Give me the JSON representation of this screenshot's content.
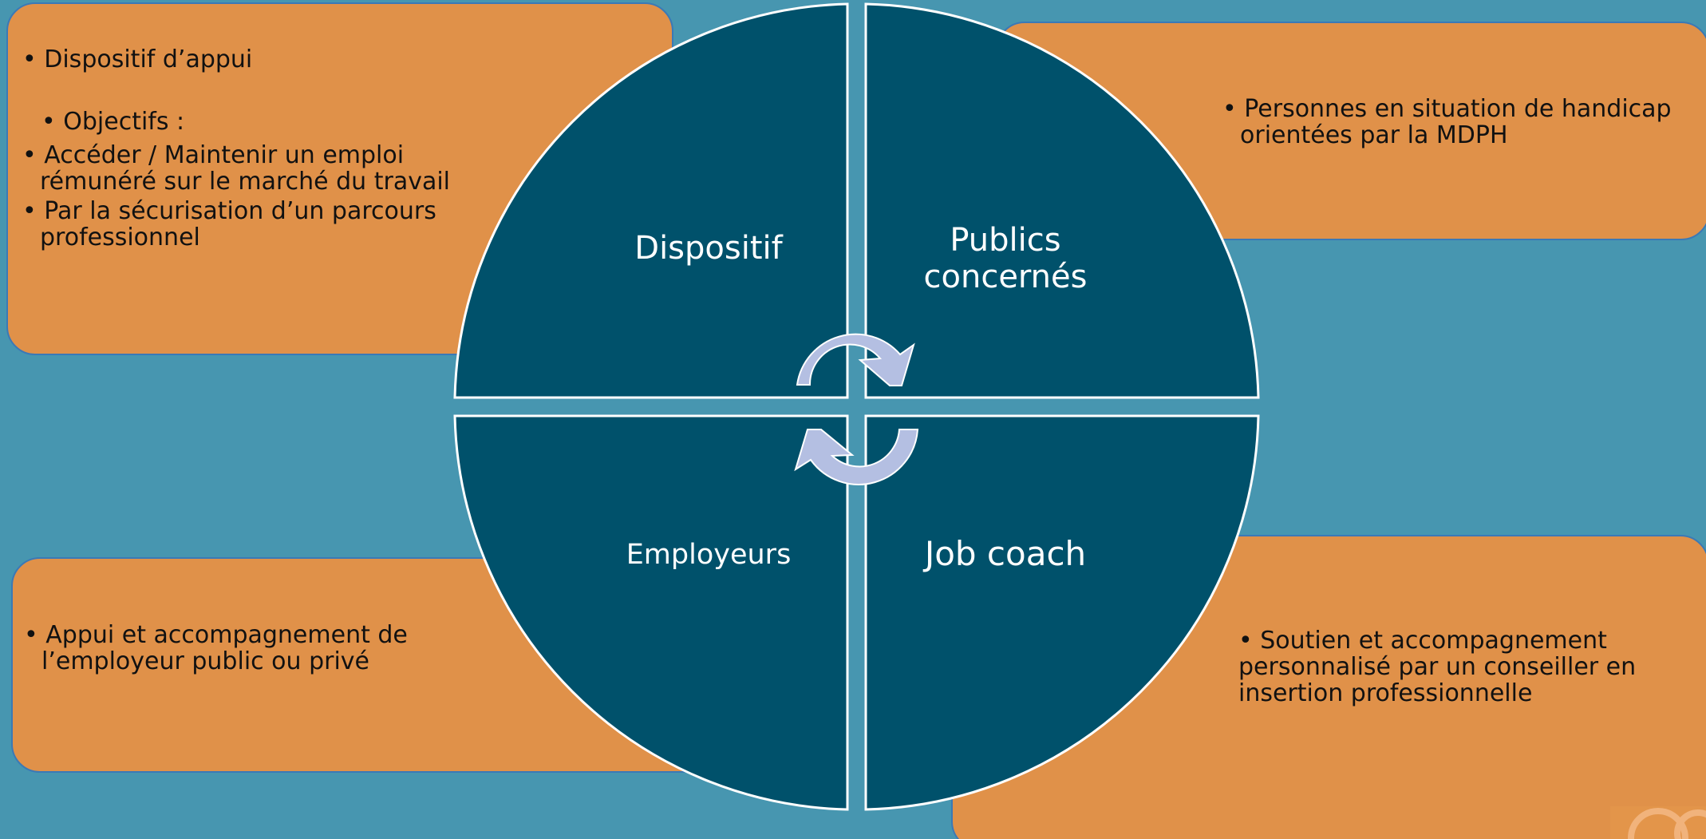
{
  "colors": {
    "background": "#4796b0",
    "box_fill": "#e09149",
    "box_border": "#3b79b6",
    "quadrant_fill": "#00516b",
    "quadrant_stroke": "#ffffff",
    "arrow_fill": "#b4bfe2"
  },
  "quadrants": {
    "top_left": "Dispositif",
    "top_right_line1": "Publics",
    "top_right_line2": "concernés",
    "bottom_left": "Employeurs",
    "bottom_right": "Job coach"
  },
  "box_top_left": {
    "line1": "Dispositif d’appui",
    "line2": "Objectifs :",
    "line3a": "Accéder / Maintenir un emploi",
    "line3b": "rémunéré sur le marché du travail",
    "line4a": "Par la sécurisation d’un parcours",
    "line4b": "professionnel"
  },
  "box_top_right": {
    "line1a": "Personnes en situation de handicap",
    "line1b": "orientées par la MDPH"
  },
  "box_bottom_left": {
    "line1a": "Appui et accompagnement de",
    "line1b": "l’employeur public ou privé"
  },
  "box_bottom_right": {
    "line1a": "Soutien et accompagnement",
    "line1b": "personnalisé par un conseiller en",
    "line1c": "insertion professionnelle"
  },
  "bullet": "•",
  "icons": {
    "cycle": "cycle-arrows-icon",
    "logo": "logo-icon"
  }
}
